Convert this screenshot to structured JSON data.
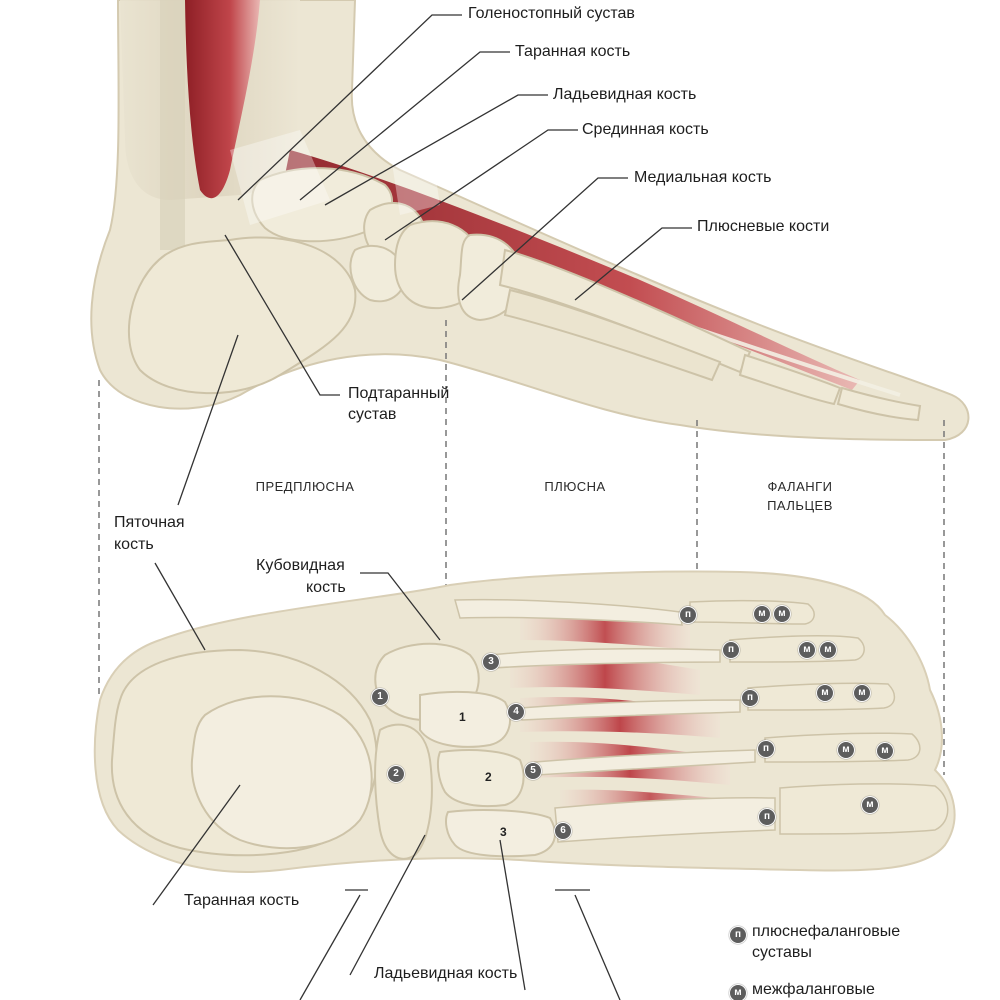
{
  "labels": {
    "ankle_joint": "Голеностопный сустав",
    "talus_top": "Таранная кость",
    "navicular_top": "Ладьевидная кость",
    "intermediate": "Срединная кость",
    "medial": "Медиальная кость",
    "metatarsals": "Плюсневые кости",
    "subtalar_line1": "Подтаранный",
    "subtalar_line2": "сустав",
    "calcaneus_line1": "Пяточная",
    "calcaneus_line2": "кость",
    "cuboid_line1": "Кубовидная",
    "cuboid_line2": "кость",
    "talus_bottom": "Таранная кость",
    "navicular_bottom": "Ладьевидная кость"
  },
  "sections": {
    "tarsus": "ПРЕДПЛЮСНА",
    "metatarsus": "ПЛЮСНА",
    "phalanges_line1": "ФАЛАНГИ",
    "phalanges_line2": "ПАЛЬЦЕВ"
  },
  "badges": {
    "metatarsophalangeal": "п",
    "interphalangeal": "м",
    "joints": [
      "1",
      "2",
      "3",
      "4",
      "5",
      "6"
    ],
    "bones": [
      "1",
      "2",
      "3"
    ]
  },
  "legend": {
    "mtp_line1": "плюснефаланговые",
    "mtp_line2": "суставы",
    "ip_line1": "межфаланговые"
  },
  "colors": {
    "bone": "#efe9d6",
    "bone_shadow": "#cdc3a8",
    "skin": "#ece6d3",
    "muscle": "#b8363c",
    "badge": "#5d5d5d"
  }
}
